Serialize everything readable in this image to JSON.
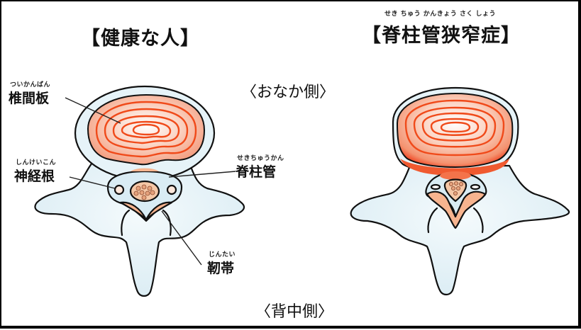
{
  "figure": {
    "healthy": {
      "title": "【健康な人】"
    },
    "stenosis": {
      "title_ruby": "せき ちゅう かんきょう さく しょう",
      "title": "【脊柱管狭窄症】"
    },
    "orientation": {
      "front": "〈おなか側〉",
      "back": "〈背中側〉"
    },
    "labels": [
      {
        "id": "intervertebral-disc",
        "ruby": "ついかんばん",
        "text": "椎間板"
      },
      {
        "id": "nerve-root",
        "ruby": "しんけいこん",
        "text": "神経根"
      },
      {
        "id": "spinal-canal",
        "ruby": "せきちゅうかん",
        "text": "脊柱管"
      },
      {
        "id": "ligament",
        "ruby": "じんたい",
        "text": "靭帯"
      }
    ],
    "colors": {
      "outline": "#111111",
      "bone_fill": "#e3f1f7",
      "disc_fill": "#f6a98c",
      "disc_ring": "#f04a1a",
      "ligament_fill": "#f7b48f",
      "inflamed": "#f03a18",
      "border": "#000000"
    }
  }
}
